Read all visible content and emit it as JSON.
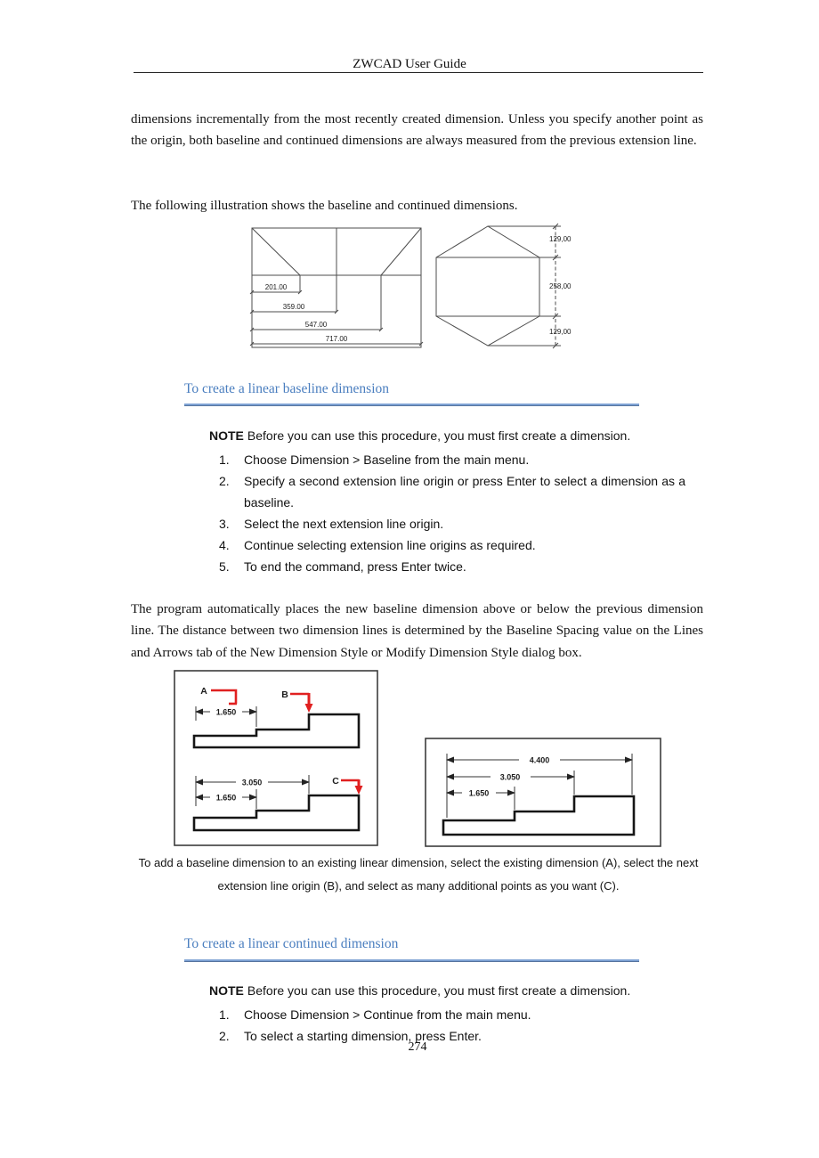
{
  "header": {
    "title": "ZWCAD User Guide"
  },
  "intro": {
    "para1": "dimensions incrementally from the most recently created dimension. Unless you specify another point as the origin, both baseline and continued dimensions are always measured from the previous extension line.",
    "para2": "The following illustration shows the baseline and continued dimensions."
  },
  "figure_baseline_continued": {
    "baseline_dims": [
      "201.00",
      "359.00",
      "547.00",
      "717.00"
    ],
    "continued_dims": [
      "129,00",
      "258,00",
      "129,00"
    ]
  },
  "section_baseline": {
    "heading": "To create a linear baseline dimension",
    "note_label": "NOTE",
    "note_text": "Before you can use this procedure, you must first create a dimension.",
    "steps": [
      {
        "num": "1.",
        "text": "Choose Dimension > Baseline from the main menu."
      },
      {
        "num": "2.",
        "text": "Specify a second extension line origin or press Enter to select a dimension as a baseline."
      },
      {
        "num": "3.",
        "text": "Select the next extension line origin."
      },
      {
        "num": "4.",
        "text": "Continue selecting extension line origins as required."
      },
      {
        "num": "5.",
        "text": "To end the command, press Enter twice."
      }
    ]
  },
  "body2": {
    "para3": "The program automatically places the new baseline dimension above or below the previous dimension line. The distance between two dimension lines is determined by the Baseline Spacing value on the Lines and Arrows tab of the New Dimension Style or Modify Dimension Style dialog box."
  },
  "figure_abc": {
    "label_a": "A",
    "label_b": "B",
    "label_c": "C",
    "top_dim": "1.650",
    "bottom_dim_long": "3.050",
    "bottom_dim_short": "1.650"
  },
  "figure_stacked": {
    "dim_long": "4.400",
    "dim_mid": "3.050",
    "dim_short": "1.650"
  },
  "caption": {
    "line1": "To add a baseline dimension to an existing linear dimension, select the existing dimension (A), select the next",
    "line2": "extension line origin (B), and select as many additional points as you want (C)."
  },
  "section_continued": {
    "heading": "To create a linear continued dimension",
    "note_label": "NOTE",
    "note_text": "Before you can use this procedure, you must first create a dimension.",
    "steps": [
      {
        "num": "1.",
        "text": "Choose Dimension > Continue from the main menu."
      },
      {
        "num": "2.",
        "text": "To select a starting dimension, press Enter."
      }
    ]
  },
  "footer": {
    "page_number": "274"
  },
  "colors": {
    "heading_blue": "#4a7ebf",
    "rule_blue": "#7fa3d4",
    "callout_red": "#e02020"
  }
}
